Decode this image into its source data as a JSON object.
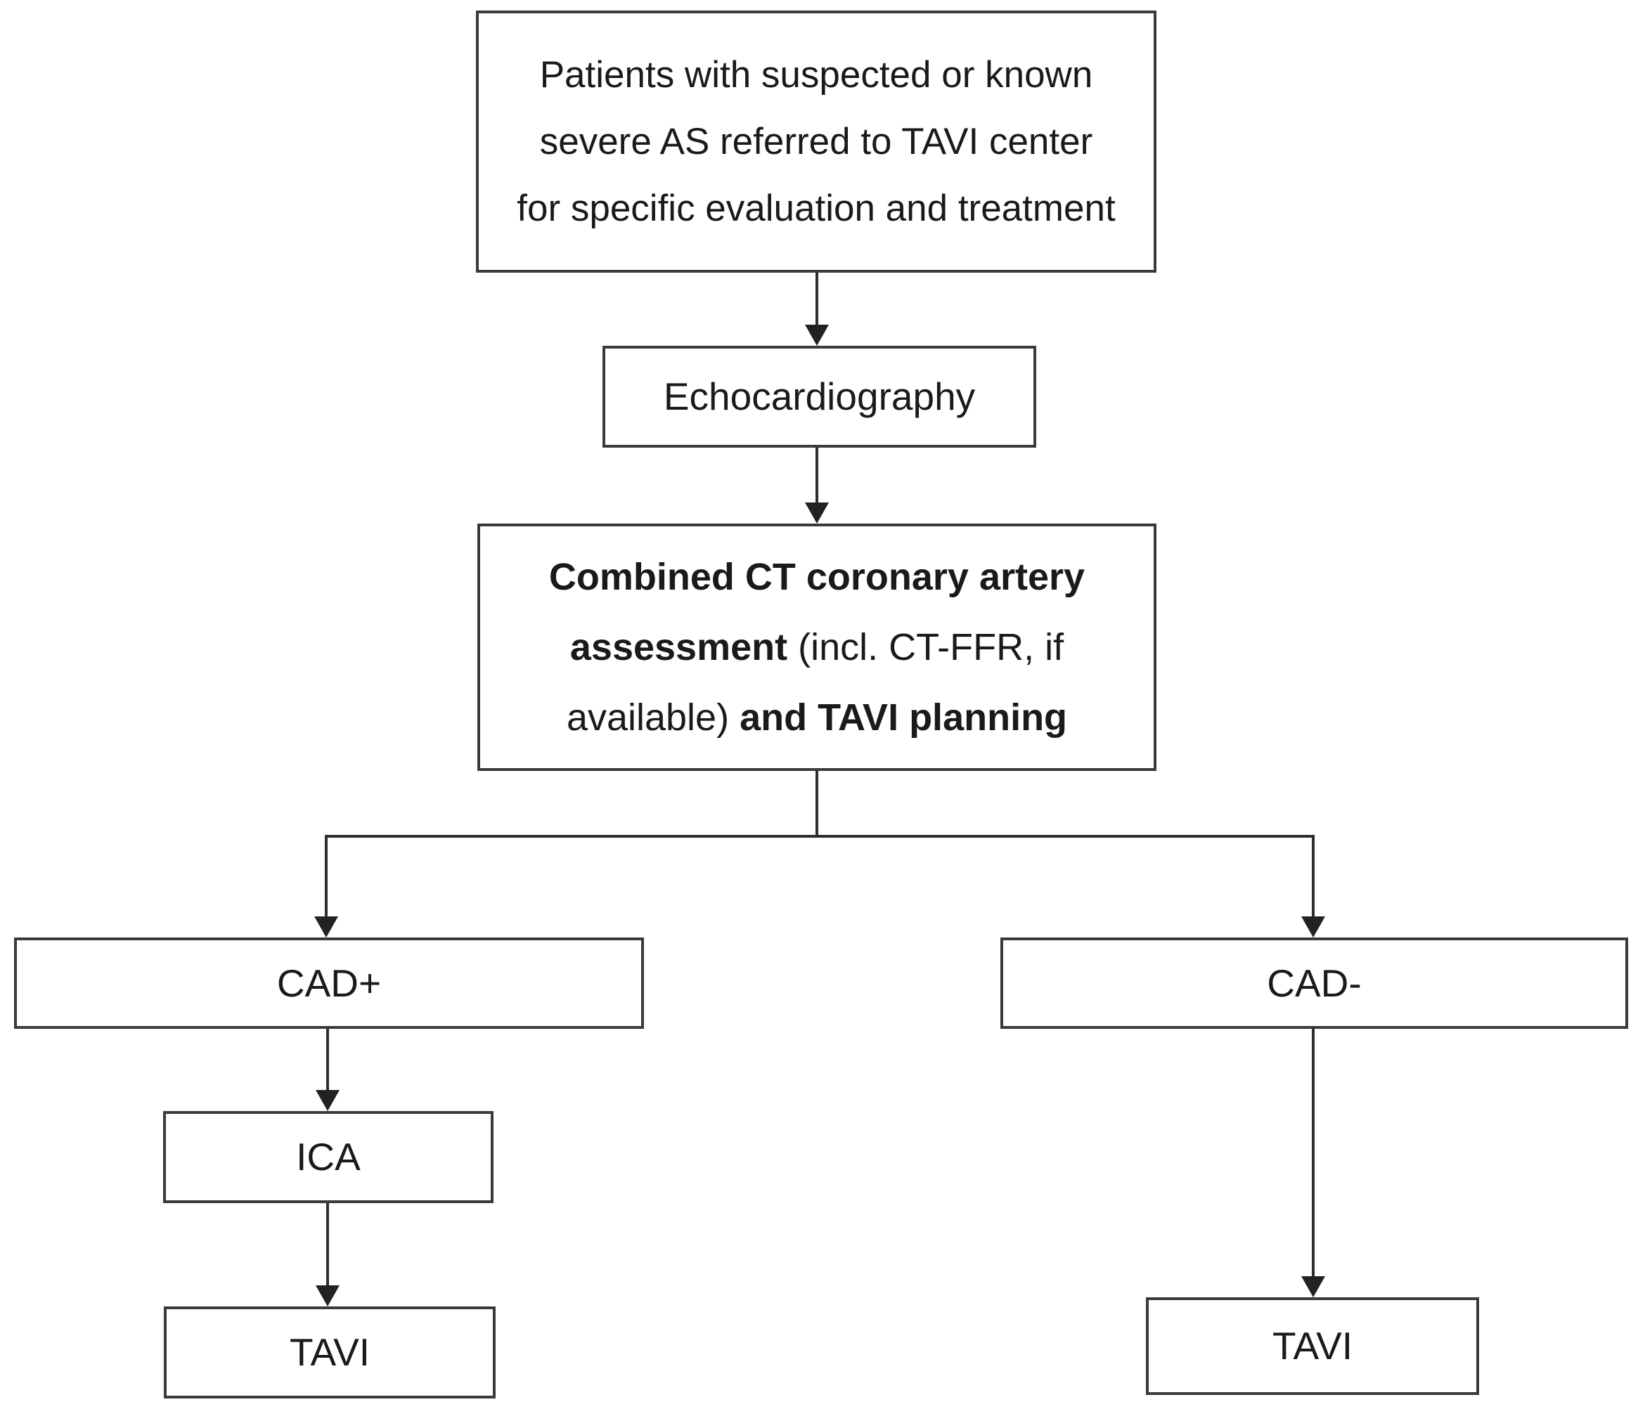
{
  "styles": {
    "box_border_color": "#3a3a3a",
    "line_color": "#2e2e2e",
    "text_color": "#1a1a1a",
    "background": "#ffffff"
  },
  "nodes": {
    "patients": {
      "line1": "Patients with suspected or known",
      "line2": "severe AS referred to TAVI center",
      "line3": "for specific evaluation and treatment"
    },
    "echocardiography": {
      "label": "Echocardiography"
    },
    "ct_assessment": {
      "line1_bold": "Combined CT coronary artery",
      "line2_bold": "assessment",
      "line2_regular": " (incl. CT-FFR, if",
      "line3_regular": "available) ",
      "line3_bold": "and TAVI planning"
    },
    "cad_positive": {
      "label": "CAD+"
    },
    "cad_negative": {
      "label": "CAD-"
    },
    "ica": {
      "label": "ICA"
    },
    "tavi_left": {
      "label": "TAVI"
    },
    "tavi_right": {
      "label": "TAVI"
    }
  }
}
